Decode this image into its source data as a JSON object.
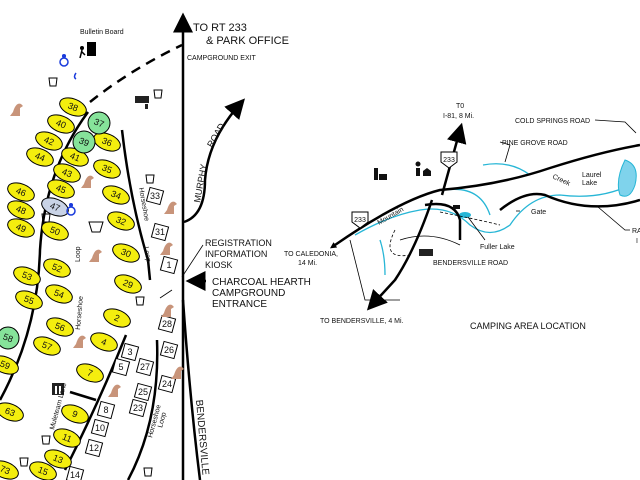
{
  "campground_map": {
    "bulletin_board": "Bulletin Board",
    "to_rt233": "TO RT 233",
    "park_office": "& PARK OFFICE",
    "campground_exit": "CAMPGROUND EXIT",
    "murphy": "MURPHY",
    "road": "ROAD",
    "horseshoe": "Horseshoe",
    "loop": "Loop",
    "registration_lines": [
      "REGISTRATION",
      "INFORMATION",
      "KIOSK"
    ],
    "entrance_lines": [
      "CHARCOAL HEARTH",
      "CAMPGROUND",
      "ENTRANCE"
    ],
    "bendersville": "BENDERSVILLE",
    "muleteam_lane": "Muleteam Lane",
    "sites": [
      {
        "label": "38",
        "type": "yellow"
      },
      {
        "label": "40",
        "type": "yellow"
      },
      {
        "label": "42",
        "type": "yellow"
      },
      {
        "label": "44",
        "type": "yellow"
      },
      {
        "label": "41",
        "type": "yellow"
      },
      {
        "label": "43",
        "type": "yellow"
      },
      {
        "label": "45",
        "type": "yellow"
      },
      {
        "label": "36",
        "type": "yellow"
      },
      {
        "label": "35",
        "type": "yellow"
      },
      {
        "label": "34",
        "type": "yellow"
      },
      {
        "label": "46",
        "type": "yellow"
      },
      {
        "label": "48",
        "type": "yellow"
      },
      {
        "label": "49",
        "type": "yellow"
      },
      {
        "label": "50",
        "type": "yellow"
      },
      {
        "label": "47",
        "type": "accessible"
      },
      {
        "label": "32",
        "type": "yellow"
      },
      {
        "label": "30",
        "type": "yellow"
      },
      {
        "label": "29",
        "type": "yellow"
      },
      {
        "label": "52",
        "type": "yellow"
      },
      {
        "label": "53",
        "type": "yellow"
      },
      {
        "label": "54",
        "type": "yellow"
      },
      {
        "label": "55",
        "type": "yellow"
      },
      {
        "label": "56",
        "type": "yellow"
      },
      {
        "label": "57",
        "type": "yellow"
      },
      {
        "label": "2",
        "type": "yellow"
      },
      {
        "label": "4",
        "type": "yellow"
      },
      {
        "label": "7",
        "type": "yellow"
      },
      {
        "label": "59",
        "type": "yellow"
      },
      {
        "label": "63",
        "type": "yellow"
      },
      {
        "label": "9",
        "type": "yellow"
      },
      {
        "label": "11",
        "type": "yellow"
      },
      {
        "label": "13",
        "type": "yellow"
      },
      {
        "label": "15",
        "type": "yellow"
      },
      {
        "label": "73",
        "type": "yellow"
      },
      {
        "label": "37",
        "type": "green"
      },
      {
        "label": "39",
        "type": "green"
      },
      {
        "label": "58",
        "type": "green"
      },
      {
        "label": "33",
        "type": "square"
      },
      {
        "label": "31",
        "type": "square"
      },
      {
        "label": "1",
        "type": "square"
      },
      {
        "label": "28",
        "type": "square"
      },
      {
        "label": "26",
        "type": "square"
      },
      {
        "label": "27",
        "type": "square"
      },
      {
        "label": "24",
        "type": "square"
      },
      {
        "label": "3",
        "type": "square"
      },
      {
        "label": "5",
        "type": "square"
      },
      {
        "label": "25",
        "type": "square"
      },
      {
        "label": "23",
        "type": "square"
      },
      {
        "label": "8",
        "type": "square"
      },
      {
        "label": "10",
        "type": "square"
      },
      {
        "label": "12",
        "type": "square"
      },
      {
        "label": "14",
        "type": "square"
      }
    ],
    "colors": {
      "yellow": "#f4ee0e",
      "green": "#86e39a",
      "accessible": "#c9d3e6",
      "handicap": "#1a3bdc",
      "dog": "#c8947a",
      "water": "#27b6d6"
    }
  },
  "location_map": {
    "title": "CAMPING AREA LOCATION",
    "to_i81": [
      "T0",
      "I-81, 8 Mi."
    ],
    "route_shield": "233",
    "pine_grove_road": "PINE GROVE ROAD",
    "cold_springs_road": "COLD SPRINGS ROAD",
    "laurel_lake": [
      "Laurel",
      "Lake"
    ],
    "creek": "Creek",
    "mountain": "Mountain",
    "gate": "Gate",
    "fuller_lake": "Fuller Lake",
    "bendersville_road": "BENDERSVILLE ROAD",
    "to_caledonia": [
      "TO CALEDONIA,",
      "14 Mi."
    ],
    "to_bendersville": "TO BENDERSVILLE, 4 Mi.",
    "cut_label": [
      "RA",
      "I"
    ]
  }
}
